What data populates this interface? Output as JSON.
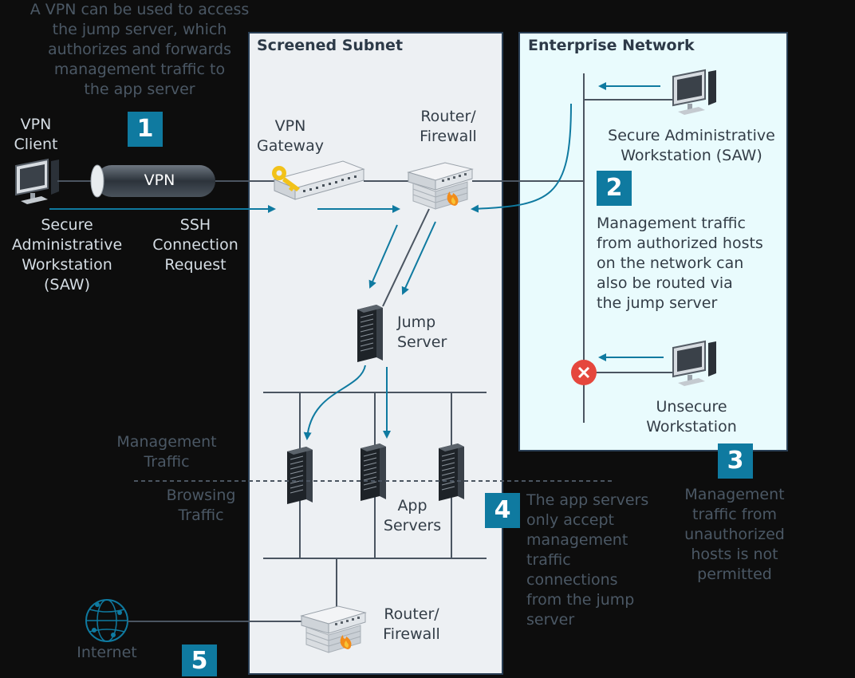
{
  "zones": {
    "screened_subnet": "Screened Subnet",
    "enterprise_network": "Enterprise Network"
  },
  "devices": {
    "vpn_client": "VPN\nClient",
    "vpn_tunnel": "VPN",
    "saw_left": "Secure\nAdministrative\nWorkstation\n(SAW)",
    "ssh_request": "SSH\nConnection\nRequest",
    "vpn_gateway": "VPN\nGateway",
    "router_firewall_top": "Router/\nFirewall",
    "jump_server": "Jump\nServer",
    "app_servers": "App\nServers",
    "router_firewall_bottom": "Router/\nFirewall",
    "internet": "Internet",
    "saw_right": "Secure Administrative\nWorkstation (SAW)",
    "unsecure_workstation": "Unsecure\nWorkstation"
  },
  "traffic": {
    "management": "Management\nTraffic",
    "browsing": "Browsing\nTraffic"
  },
  "notes": {
    "n1": {
      "number": "1",
      "text": "A VPN can be used to access\nthe jump server, which\nauthorizes and forwards\nmanagement traffic to\nthe app server"
    },
    "n2": {
      "number": "2",
      "text": "Management traffic\nfrom authorized hosts\non the network can\nalso be routed via\nthe jump server"
    },
    "n3": {
      "number": "3",
      "text": "Management\ntraffic from\nunauthorized\nhosts is not\npermitted"
    },
    "n4": {
      "number": "4",
      "text": "The app servers\nonly accept\nmanagement\ntraffic\nconnections\nfrom the jump\nserver"
    },
    "n5": {
      "number": "5"
    }
  },
  "colors": {
    "background": "#0d0d0d",
    "screened_subnet_fill": "#edf0f3",
    "enterprise_fill": "#e9fbfd",
    "arrow": "#0f7aa0",
    "badge": "#0f7aa0",
    "block_icon": "#e5473d",
    "key": "#f2c21a"
  },
  "icons": [
    "monitor-icon",
    "vpn-tunnel-icon",
    "key-icon",
    "router-icon",
    "firewall-icon",
    "server-rack-icon",
    "globe-icon",
    "blocked-icon"
  ]
}
